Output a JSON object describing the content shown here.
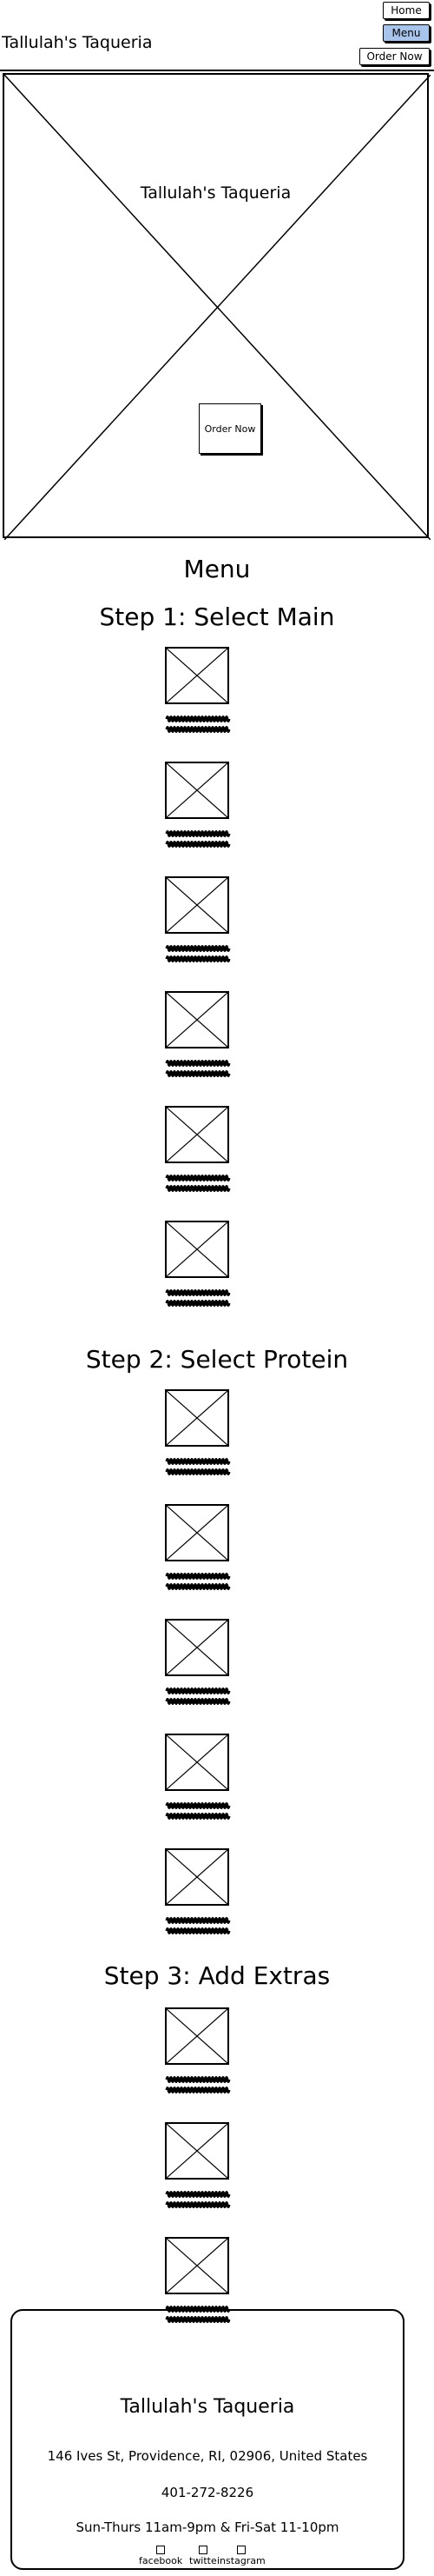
{
  "header": {
    "site_title": "Tallulah's Taqueria",
    "nav": {
      "home": "Home",
      "menu": "Menu",
      "order_now": "Order Now"
    }
  },
  "hero": {
    "title": "Tallulah's Taqueria",
    "order_button": "Order Now"
  },
  "menu": {
    "title": "Menu",
    "step1": {
      "title": "Step 1: Select Main",
      "item_count": 6
    },
    "step2": {
      "title": "Step 2: Select Protein",
      "item_count": 5
    },
    "step3": {
      "title": "Step 3: Add Extras",
      "item_count": 3
    }
  },
  "footer": {
    "title": "Tallulah's Taqueria",
    "address": "146 Ives St, Providence, RI, 02906, United States",
    "phone": "401-272-8226",
    "hours": "Sun-Thurs 11am-9pm & Fri-Sat 11-10pm",
    "social": {
      "facebook": "facebook",
      "twitter": "twitte",
      "instagram": "instagram"
    }
  },
  "colors": {
    "active_nav": "#a9c4eb",
    "border": "#000000",
    "background": "#ffffff"
  }
}
